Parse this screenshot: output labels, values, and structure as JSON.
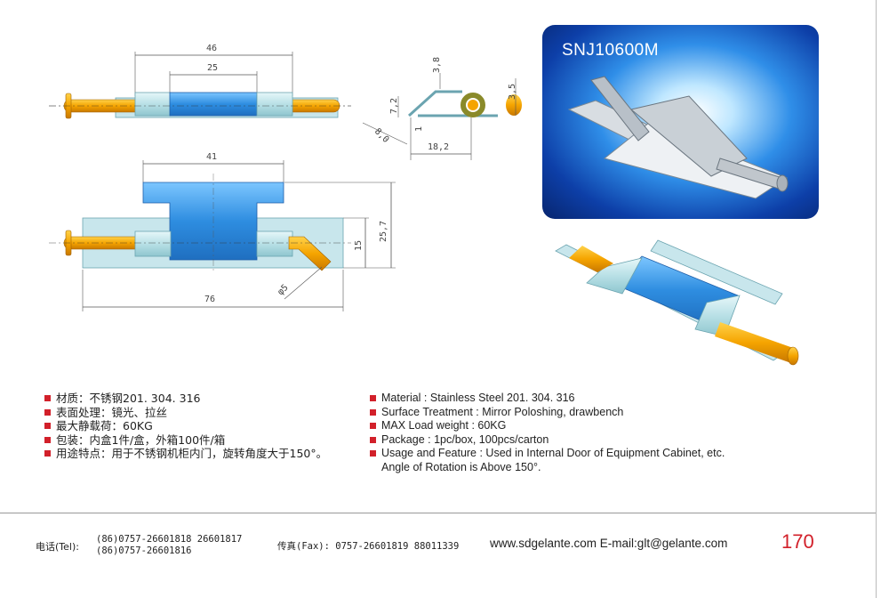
{
  "drawing_dims": {
    "top_len_outer": "46",
    "top_len_inner": "25",
    "side_height_a": "3,8",
    "side_height_b": "3,5",
    "side_angle_a": "7,2",
    "side_angle_b": "8,0",
    "side_thk": "1",
    "side_width": "18,2",
    "front_leaf_len": "41",
    "front_total_len": "76",
    "front_height_a": "25,7",
    "front_height_b": "15",
    "pin_dia": "φ5"
  },
  "photo": {
    "model": "SNJ10600M"
  },
  "specs_cn": [
    "材质：不锈钢201. 304. 316",
    "表面处理：镜光、拉丝",
    "最大静载荷：60KG",
    "包装：内盒1件/盒，外箱100件/箱",
    "用途特点：用于不锈钢机柜内门，旋转角度大于150°。"
  ],
  "specs_en": [
    "Material : Stainless Steel 201. 304. 316",
    "Surface Treatment : Mirror Poloshing, drawbench",
    "MAX Load weight : 60KG",
    "Package : 1pc/box,  100pcs/carton",
    "Usage and Feature : Used in Internal Door of Equipment Cabinet, etc."
  ],
  "specs_en_cont": "Angle of Rotation is Above 150°.",
  "footer": {
    "tel_label": "电话(Tel):",
    "tel_line1": "(86)0757-26601818  26601817",
    "tel_line2": "(86)0757-26601816",
    "fax": "传真(Fax): 0757-26601819 88011339",
    "web": "www.sdgelante.com  E-mail:glt@gelante.com",
    "page": "170"
  },
  "colors": {
    "accent": "#d2202a",
    "blue_part": "#3fa2e8",
    "pin": "#f5a400",
    "leaf": "#c8e6ec"
  }
}
